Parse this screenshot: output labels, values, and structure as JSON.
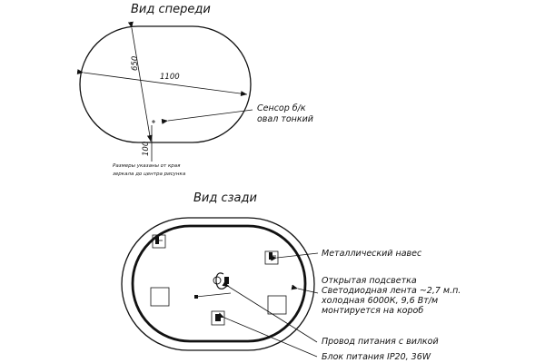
{
  "front_view": {
    "title": "Вид спереди",
    "dim_height": "650",
    "dim_width": "1100",
    "dim_offset": "100",
    "sensor_label": [
      "Сенсор б/к",
      "овал тонкий"
    ],
    "footnote": [
      "Размеры указаны от края",
      "зеркала до центра рисунка"
    ]
  },
  "back_view": {
    "title": "Вид сзади",
    "callouts": [
      {
        "lines": [
          "Металлический навес"
        ]
      },
      {
        "lines": [
          "Открытая подсветка",
          "Светодиодная лента ~2,7 м.п.",
          "холодная 6000К, 9,6 Вт/м",
          "монтируется на короб"
        ]
      },
      {
        "lines": [
          "Провод питания с вилкой"
        ]
      },
      {
        "lines": [
          "Блок питания IP20, 36W"
        ]
      }
    ]
  }
}
